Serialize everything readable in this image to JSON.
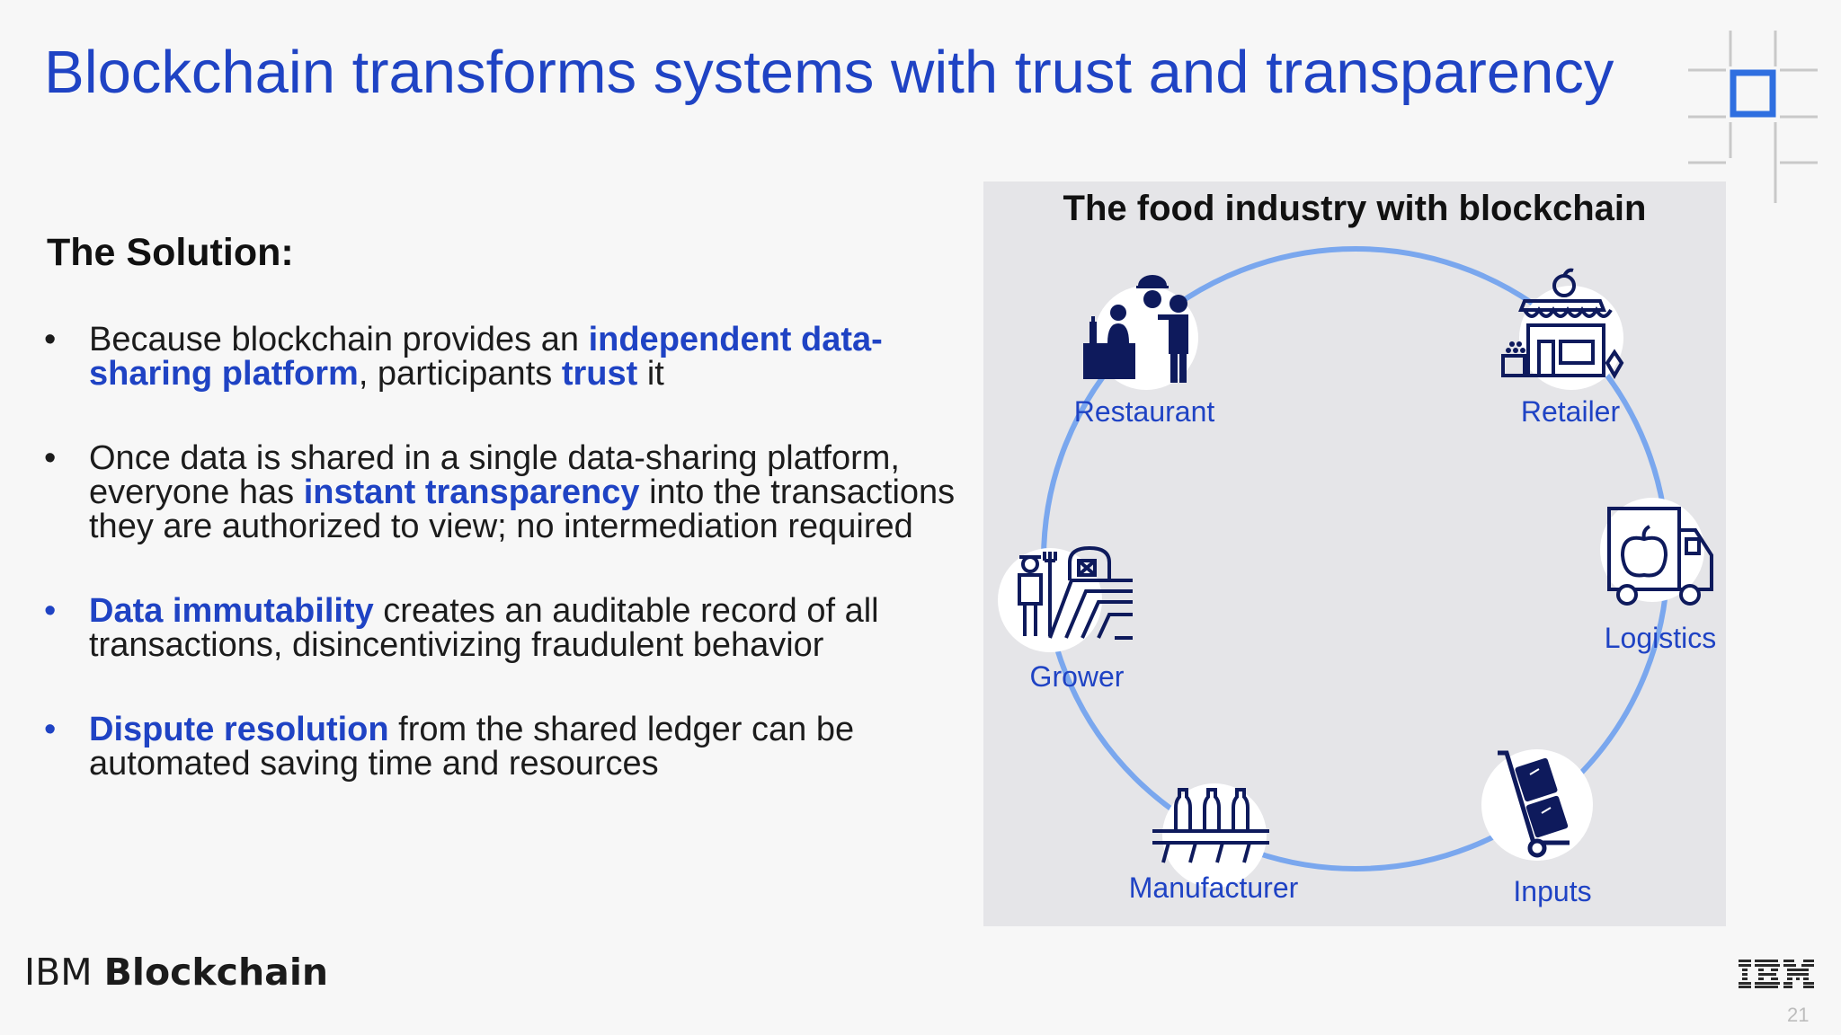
{
  "slide": {
    "title": "Blockchain transforms systems with trust and transparency",
    "solution_heading": "The Solution:",
    "bullets": [
      {
        "b1_pre": "Because blockchain provides an ",
        "b1_hl1": "independent data-sharing platform",
        "b1_mid": ", participants ",
        "b1_hl2": "trust",
        "b1_post": " it"
      },
      {
        "b2_pre": "Once data is shared in a single data-sharing platform, everyone has ",
        "b2_hl": "instant transparency",
        "b2_post": " into the transactions they are authorized to view; no intermediation required"
      },
      {
        "b3_hl": "Data immutability",
        "b3_post": " creates an auditable record of all transactions, disincentivizing fraudulent behavior"
      },
      {
        "b4_hl": "Dispute resolution",
        "b4_post": " from the shared ledger can be automated saving time and resources"
      }
    ],
    "bullet_symbol": "•",
    "page_number": "21"
  },
  "diagram": {
    "title": "The food industry with blockchain",
    "nodes": [
      {
        "label": "Restaurant",
        "icon": "restaurant-waiter-icon"
      },
      {
        "label": "Retailer",
        "icon": "storefront-icon"
      },
      {
        "label": "Logistics",
        "icon": "delivery-truck-icon"
      },
      {
        "label": "Inputs",
        "icon": "hand-truck-icon"
      },
      {
        "label": "Manufacturer",
        "icon": "bottling-line-icon"
      },
      {
        "label": "Grower",
        "icon": "farmer-barn-icon"
      }
    ]
  },
  "footer": {
    "brand_regular": "IBM",
    "brand_bold": "Blockchain",
    "logo": "IBM"
  },
  "colors": {
    "title_blue": "#1f43c4",
    "ring_blue": "#7aa7ee",
    "icon_navy": "#0e1a5c",
    "panel_bg": "#e5e5e8"
  }
}
